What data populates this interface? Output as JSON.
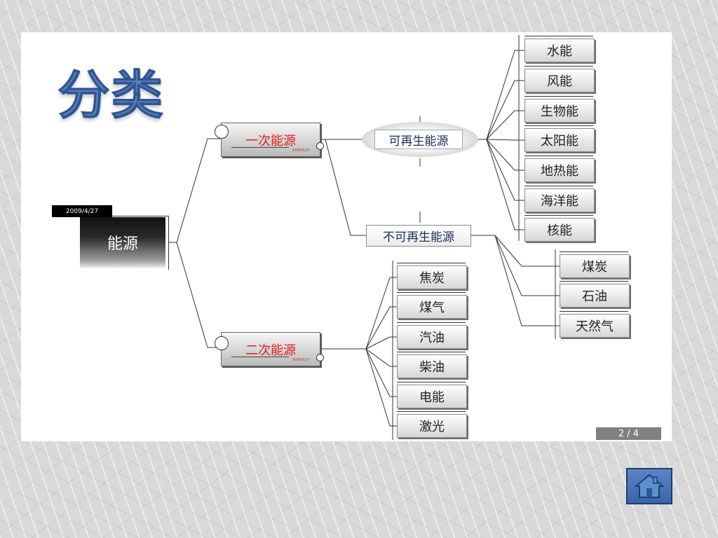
{
  "title": "分类",
  "root": {
    "label": "能源",
    "date": "2009/4/27"
  },
  "primary": {
    "label": "一次能源",
    "tiny": "2009/4/27",
    "renewable": {
      "label": "可再生能源",
      "items": [
        "水能",
        "风能",
        "生物能",
        "太阳能",
        "地热能",
        "海洋能",
        "核能"
      ]
    },
    "nonrenewable": {
      "label": "不可再生能源",
      "items": [
        "煤炭",
        "石油",
        "天然气"
      ]
    }
  },
  "secondary": {
    "label": "二次能源",
    "tiny": "2009/4/27",
    "items": [
      "焦炭",
      "煤气",
      "汽油",
      "柴油",
      "电能",
      "激光"
    ]
  },
  "page_indicator": "2 / 4",
  "colors": {
    "title": "#5a7fb8",
    "primary_text": "#e02020",
    "category_text": "#1d2c5a",
    "home": "#4a76b8"
  },
  "icons": {
    "home": "home-icon"
  }
}
